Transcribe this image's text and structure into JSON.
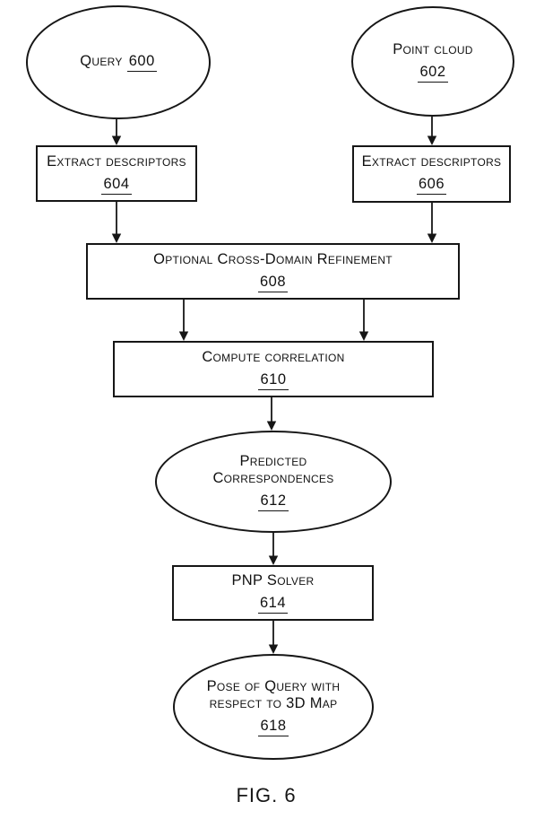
{
  "colors": {
    "line": "#161616",
    "background": "#ffffff",
    "text": "#111111"
  },
  "figure": {
    "caption": "FIG. 6",
    "nodes": {
      "query": {
        "shape": "ellipse",
        "label": "Query",
        "ref": "600"
      },
      "point_cloud": {
        "shape": "ellipse",
        "label": "Point cloud",
        "ref": "602"
      },
      "extract_descriptors_query": {
        "shape": "rect",
        "label": "Extract descriptors",
        "ref": "604"
      },
      "extract_descriptors_point_cloud": {
        "shape": "rect",
        "label": "Extract descriptors",
        "ref": "606"
      },
      "cross_domain_refinement": {
        "shape": "rect",
        "label": "Optional Cross-Domain Refinement",
        "ref": "608"
      },
      "compute_correlation": {
        "shape": "rect",
        "label": "Compute correlation",
        "ref": "610"
      },
      "predicted_correspondences": {
        "shape": "ellipse",
        "label_line1": "Predicted",
        "label_line2": "Correspondences",
        "ref": "612"
      },
      "pnp_solver": {
        "shape": "rect",
        "label": "PNP Solver",
        "ref": "614"
      },
      "pose_of_query": {
        "shape": "ellipse",
        "label_line1": "Pose of Query with",
        "label_line2": "respect to 3D Map",
        "ref": "618"
      }
    },
    "edges": [
      {
        "from": "600",
        "to": "604"
      },
      {
        "from": "602",
        "to": "606"
      },
      {
        "from": "604",
        "to": "608"
      },
      {
        "from": "606",
        "to": "608"
      },
      {
        "from": "608",
        "to": "610",
        "branch": "left"
      },
      {
        "from": "608",
        "to": "610",
        "branch": "right"
      },
      {
        "from": "610",
        "to": "612"
      },
      {
        "from": "612",
        "to": "614"
      },
      {
        "from": "614",
        "to": "618"
      }
    ]
  }
}
